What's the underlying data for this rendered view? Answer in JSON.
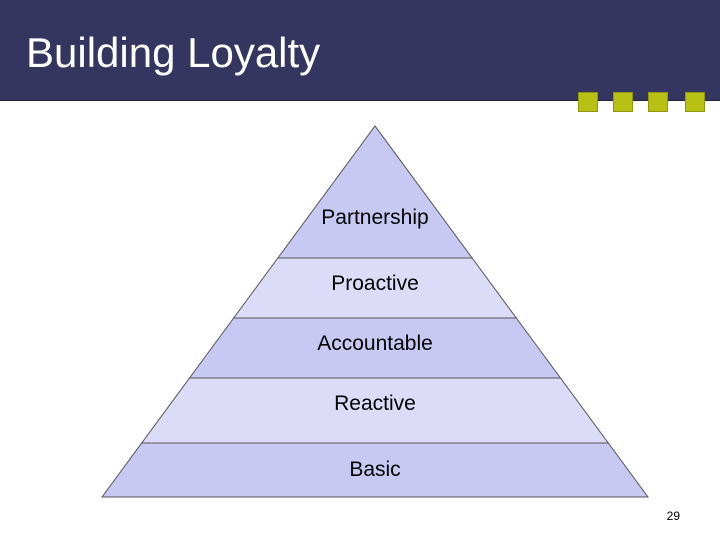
{
  "slide": {
    "title": "Building Loyalty",
    "page_number": "29"
  },
  "colors": {
    "title_bar": "#34365f",
    "accent_squares": "#b7c013",
    "tier_fill_dark": "#c8c9f3",
    "tier_fill_light": "#dcdcf9",
    "tier_stroke": "#555555"
  },
  "pyramid": {
    "levels_top_to_bottom": [
      "Partnership",
      "Proactive",
      "Accountable",
      "Reactive",
      "Basic"
    ]
  }
}
